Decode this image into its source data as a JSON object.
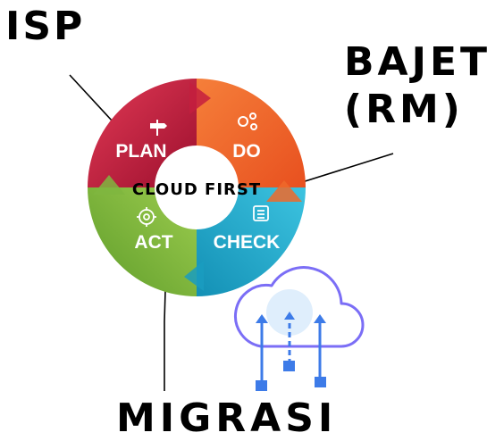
{
  "labels": {
    "isp": "ISP",
    "bajet_line1": "BAJET",
    "bajet_line2": "(RM)",
    "migrasi": "MIGRASI"
  },
  "cycle": {
    "center_text": "CLOUD FIRST",
    "segments": [
      {
        "label": "PLAN",
        "color": "#b5183a",
        "icon": "signpost-icon"
      },
      {
        "label": "DO",
        "color": "#f26a2e",
        "icon": "gears-icon"
      },
      {
        "label": "CHECK",
        "color": "#21a7c9",
        "icon": "checklist-icon"
      },
      {
        "label": "ACT",
        "color": "#7cb342",
        "icon": "target-icon"
      }
    ]
  },
  "cloud_icon": {
    "name": "cloud-upload-icon",
    "outline_color": "#7b6ef6",
    "arrow_color": "#3d7be8"
  }
}
